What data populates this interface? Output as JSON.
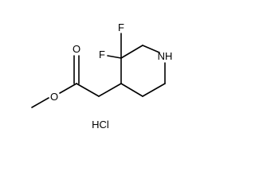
{
  "molecule": {
    "atoms": {
      "carbonyl_oxygen": "O",
      "ester_oxygen": "O",
      "fluorine_1": "F",
      "fluorine_2": "F",
      "ring_nitrogen": "NH"
    },
    "salt": "HCl"
  },
  "colors": {
    "bond": "#000000",
    "text": "#000000",
    "background": "#ffffff"
  }
}
